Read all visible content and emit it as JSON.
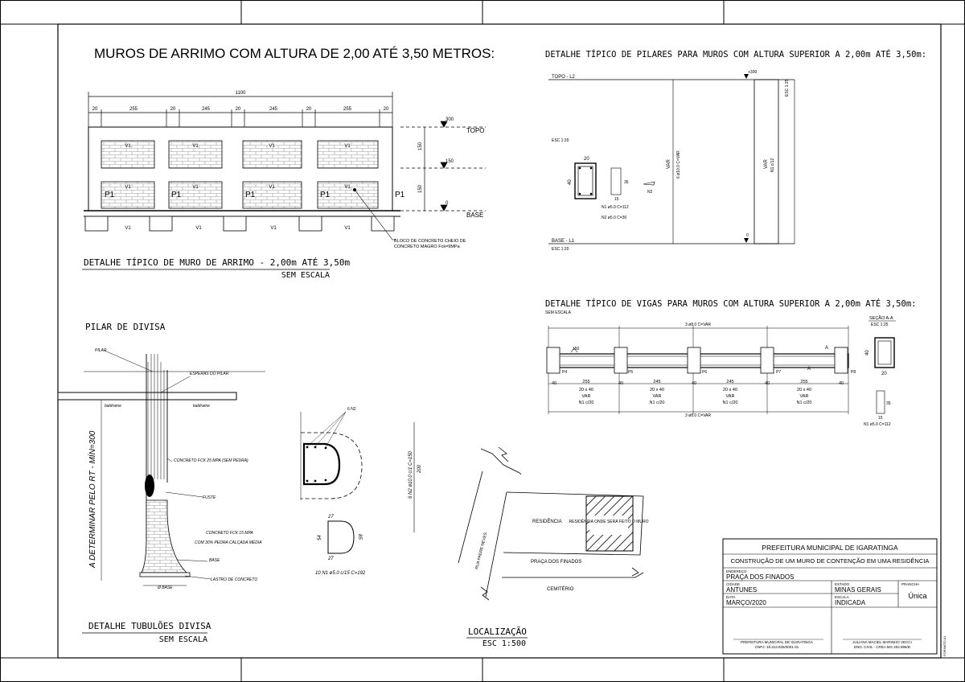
{
  "main_title": "MUROS DE ARRIMO COM ALTURA DE 2,00 ATÉ 3,50 METROS:",
  "wall": {
    "total_dim": "1100",
    "dims": [
      "20",
      "255",
      "20",
      "245",
      "20",
      "245",
      "20",
      "255",
      "20"
    ],
    "panel_label": "V1",
    "pillar_label": "P1",
    "level_top": "300",
    "level_top_label": "TOPO",
    "level_mid": "150",
    "level_base": "0",
    "level_base_label": "BASE",
    "height_dim_1": "150",
    "height_dim_2": "150",
    "block_note_1": "BLOCO DE CONCRETO CHEIO DE",
    "block_note_2": "CONCRETO MAGRO Fck=9MPa",
    "caption": "DETALHE TÍPICO DE MURO DE ARRIMO - 2,00m ATÉ 3,50m",
    "caption_scale": "SEM ESCALA"
  },
  "pillars": {
    "title": "DETALHE TÍPICO DE PILARES PARA MUROS COM ALTURA SUPERIOR A 2,00m ATÉ 3,50m:",
    "topo_label": "TOPO - L2",
    "base_label": "BASE - L1",
    "esc_top": "ESC 1:25",
    "esc_section": "ESC 1:20",
    "esc_base": "ESC 1:20",
    "level_top": "+300",
    "level_base": "0",
    "dim_20": "20",
    "dim_40": "40",
    "dim_35": "35",
    "dim_15": "15",
    "n2": "N2",
    "n1_spec": "N1 ø5.0  C=112",
    "n2_spec": "N2 ø5.0  C=30",
    "var_1": "VAR",
    "var_1_sub": "6 ø10.0  C=VAR",
    "var_2": "VAR",
    "var_2_sub": "N1 c/12"
  },
  "beams": {
    "title": "DETALHE TÍPICO DE VIGAS PARA MUROS COM ALTURA SUPERIOR A 2,00m ATÉ 3,50m:",
    "scale": "SEM ESCALA",
    "top_bars": "3 ø8.0  C=VAR",
    "bottom_bars": "3 ø8.0  C=VAR",
    "level": "150",
    "pillars": [
      "P4",
      "P5",
      "P6",
      "P7",
      "P8"
    ],
    "supports": [
      "40",
      "40",
      "40",
      "40",
      "40"
    ],
    "spans": [
      {
        "len": "255",
        "sec": "20 x 40",
        "var": "VAR",
        "stir": "N1 c/20"
      },
      {
        "len": "245",
        "sec": "20 x 40",
        "var": "VAR",
        "stir": "N1 c/20"
      },
      {
        "len": "245",
        "sec": "20 x 40",
        "var": "VAR",
        "stir": "N1 c/20"
      },
      {
        "len": "255",
        "sec": "20 x 40",
        "var": "VAR",
        "stir": "N1 c/20"
      }
    ],
    "section_label": "SEÇÃO A-A",
    "section_scale": "ESC 1:25",
    "cut_mark": "A",
    "sec_h": "40",
    "sec_w": "20",
    "stirrup_h": "35",
    "stirrup_w": "15",
    "stirrup_spec": "N1 ø5.0  C=112"
  },
  "tubulao": {
    "title": "PILAR DE DIVISA",
    "pilar": "PILAR",
    "esperas": "ESPERAS DO PILAR",
    "baldrame_1": "baldrame",
    "baldrame_2": "baldrame",
    "concreto_1": "CONCRETO FCK 25 MPA (SEM PEDRA)",
    "fuste": "FUSTE",
    "concreto_2": "CONCRETO FCK 15 MPA",
    "concreto_2b": "COM 30% PEDRA CALÇADA MÉDIA",
    "base": "BASE",
    "lastro": "LASTRO DE CONCRETO",
    "o_base": "Ø BASE",
    "vertical_note": "A DETERMINAR PELO RT - MÍN=300",
    "caption": "DETALHE TUBULÕES DIVISA",
    "caption_scale": "SEM ESCALA"
  },
  "stirrup_detail": {
    "label": "6 N2",
    "dim_27": "27",
    "dim_54": "54",
    "dim_85": "85",
    "spec": "10 N1 ø5.0 c/15 C=192",
    "vertical_spec": "6 N2 ø10.0 c/1 C=150",
    "vertical_dim": "200"
  },
  "location": {
    "residencia": "RESIDÊNCIA",
    "hatch_note": "RESIDÊNCIA ONDE SERÁ FEITO O MURO",
    "praca": "PRAÇA DOS FINADOS",
    "rua": "RUA PADRE NEVES",
    "cemiterio": "CEMITÉRIO",
    "caption": "LOCALIZAÇÃO",
    "caption_scale": "ESC 1:500"
  },
  "title_block": {
    "org": "PREFEITURA MUNICIPAL DE IGARATINGA",
    "project": "CONSTRUÇÃO DE UM MURO DE CONTENÇÃO EM UMA RESIDÊNCIA",
    "endereco_label": "ENDEREÇO",
    "endereco": "PRAÇA DOS FINADOS",
    "cidade_label": "CIDADE",
    "cidade": "ANTUNES",
    "estado_label": "ESTADO",
    "estado": "MINAS GERAIS",
    "prancha_label": "PRANCHA",
    "prancha": "Única",
    "data_label": "DATA",
    "data": "MARÇO/2020",
    "escala_label": "ESCALA",
    "escala": "INDICADA",
    "sign_left_1": "PREFEITURA MUNICIPAL DE IGARATINGA",
    "sign_left_2": "CNPJ: 18.313.825/0001-31",
    "sign_right_1": "JULIANA MACIEL MARINHO VECCI",
    "sign_right_2": "ENG. CIVIL - CREA MG 202.896/D",
    "side_code": "FORMATO A1"
  }
}
